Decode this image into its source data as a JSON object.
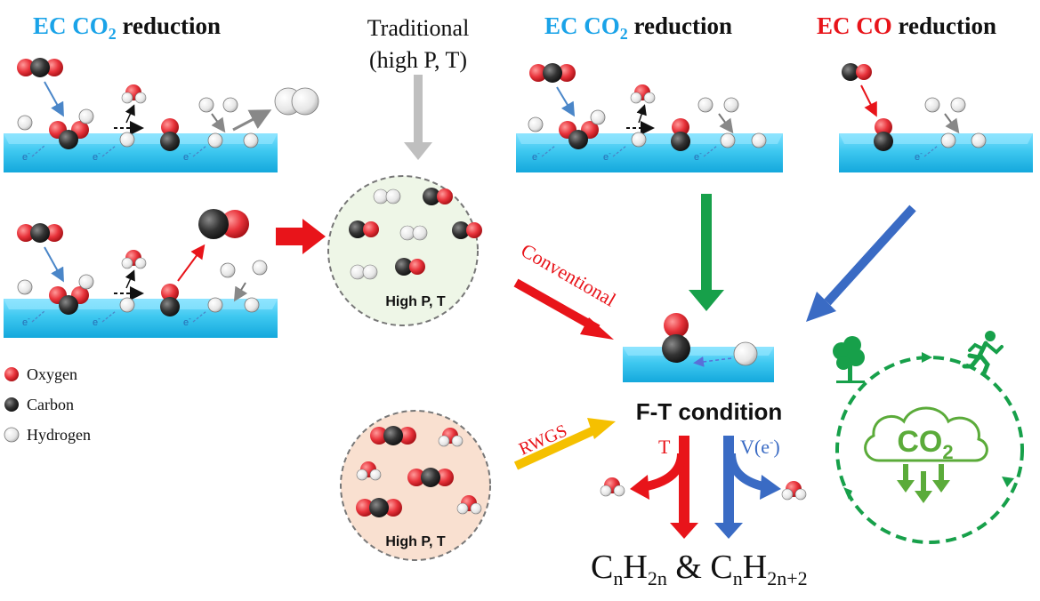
{
  "headers": {
    "ec_co2_left": {
      "prefix": "EC CO",
      "sub": "2",
      "suffix": " reduction"
    },
    "ec_co2_right": {
      "prefix": "EC CO",
      "sub": "2",
      "suffix": " reduction"
    },
    "ec_co": {
      "prefix": "EC CO",
      "suffix": " reduction"
    },
    "traditional_line1": "Traditional",
    "traditional_line2": "(high P, T)"
  },
  "circle_labels": {
    "top": "High P, T",
    "bottom": "High P, T"
  },
  "arrow_labels": {
    "conventional": "Conventional",
    "rwgs": "RWGS",
    "t": "T",
    "v_prefix": "V(e",
    "v_sup": "-",
    "v_suffix": ")"
  },
  "ft_condition": "F-T condition",
  "product": {
    "c1": "C",
    "n1": "n",
    "h1": "H",
    "h1sub": "2n",
    "amp": " & ",
    "c2": "C",
    "n2": "n",
    "h2": "H",
    "h2sub": "2n+2"
  },
  "electron": {
    "base": "e",
    "sup": "-"
  },
  "cycle_label": {
    "base": "CO",
    "sub": "2"
  },
  "legend": [
    {
      "label": "Oxygen",
      "color": "#e8333b"
    },
    {
      "label": "Carbon",
      "color": "#333333"
    },
    {
      "label": "Hydrogen",
      "color": "#e6e6e6"
    }
  ],
  "colors": {
    "ec_blue": "#1aa3e8",
    "ec_red": "#e8141a",
    "surface": "#3ec8f0",
    "green": "#17a04a",
    "cycle_green": "#5bab3a",
    "arrow_blue": "#3a6bc4",
    "arrow_yellow": "#f5c000"
  }
}
